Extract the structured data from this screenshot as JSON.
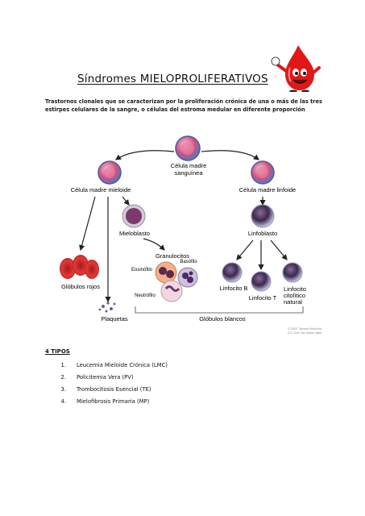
{
  "document": {
    "title": "Síndromes MIELOPROLIFERATIVOS",
    "intro": "Trastornos clonales que se caracterizan por la proliferación crónica de una o más de las tres estirpes celulares de la sangre, o células del estroma medular en diferente proporción",
    "types_heading": "4 TIPOS",
    "types": [
      {
        "num": "1.",
        "label": "Leucemia Mieloide Crónica (LMC)"
      },
      {
        "num": "2.",
        "label": "Policitemia Vera (PV)"
      },
      {
        "num": "3.",
        "label": "Trombocitosis Esencial (TE)"
      },
      {
        "num": "4.",
        "label": "Mielofibrosis Primaria (MP)"
      }
    ]
  },
  "diagram": {
    "stem_cell_line1": "Célula madre",
    "stem_cell_line2": "sanguínea",
    "myeloid_stem": "Célula madre mieloide",
    "lymphoid_stem": "Célula madre linfoide",
    "myeloblast": "Mieloblasto",
    "lymphoblast": "Linfoblasto",
    "granulocytes": "Granulocitos",
    "eosinophil": "Eosinófilo",
    "basophil": "Basófilo",
    "neutrophil": "Neutrófilo",
    "red_cells": "Glóbulos rojos",
    "platelets": "Plaquetas",
    "b_lymphocyte": "Linfocito B",
    "t_lymphocyte": "Linfocito T",
    "nk_line1": "Linfocito",
    "nk_line2": "citolítico",
    "nk_line3": "natural",
    "white_cells": "Glóbulos blancos",
    "copyright_line1": "© 2007 Terese Winslow",
    "copyright_line2": "U.S. Govt. has certain rights"
  },
  "colors": {
    "stem_cell": "#c23a6a",
    "lymphoid_cell": "#3a2a4a",
    "red_cell": "#d02a2a",
    "drop": "#e01818",
    "arrow": "#222222"
  }
}
